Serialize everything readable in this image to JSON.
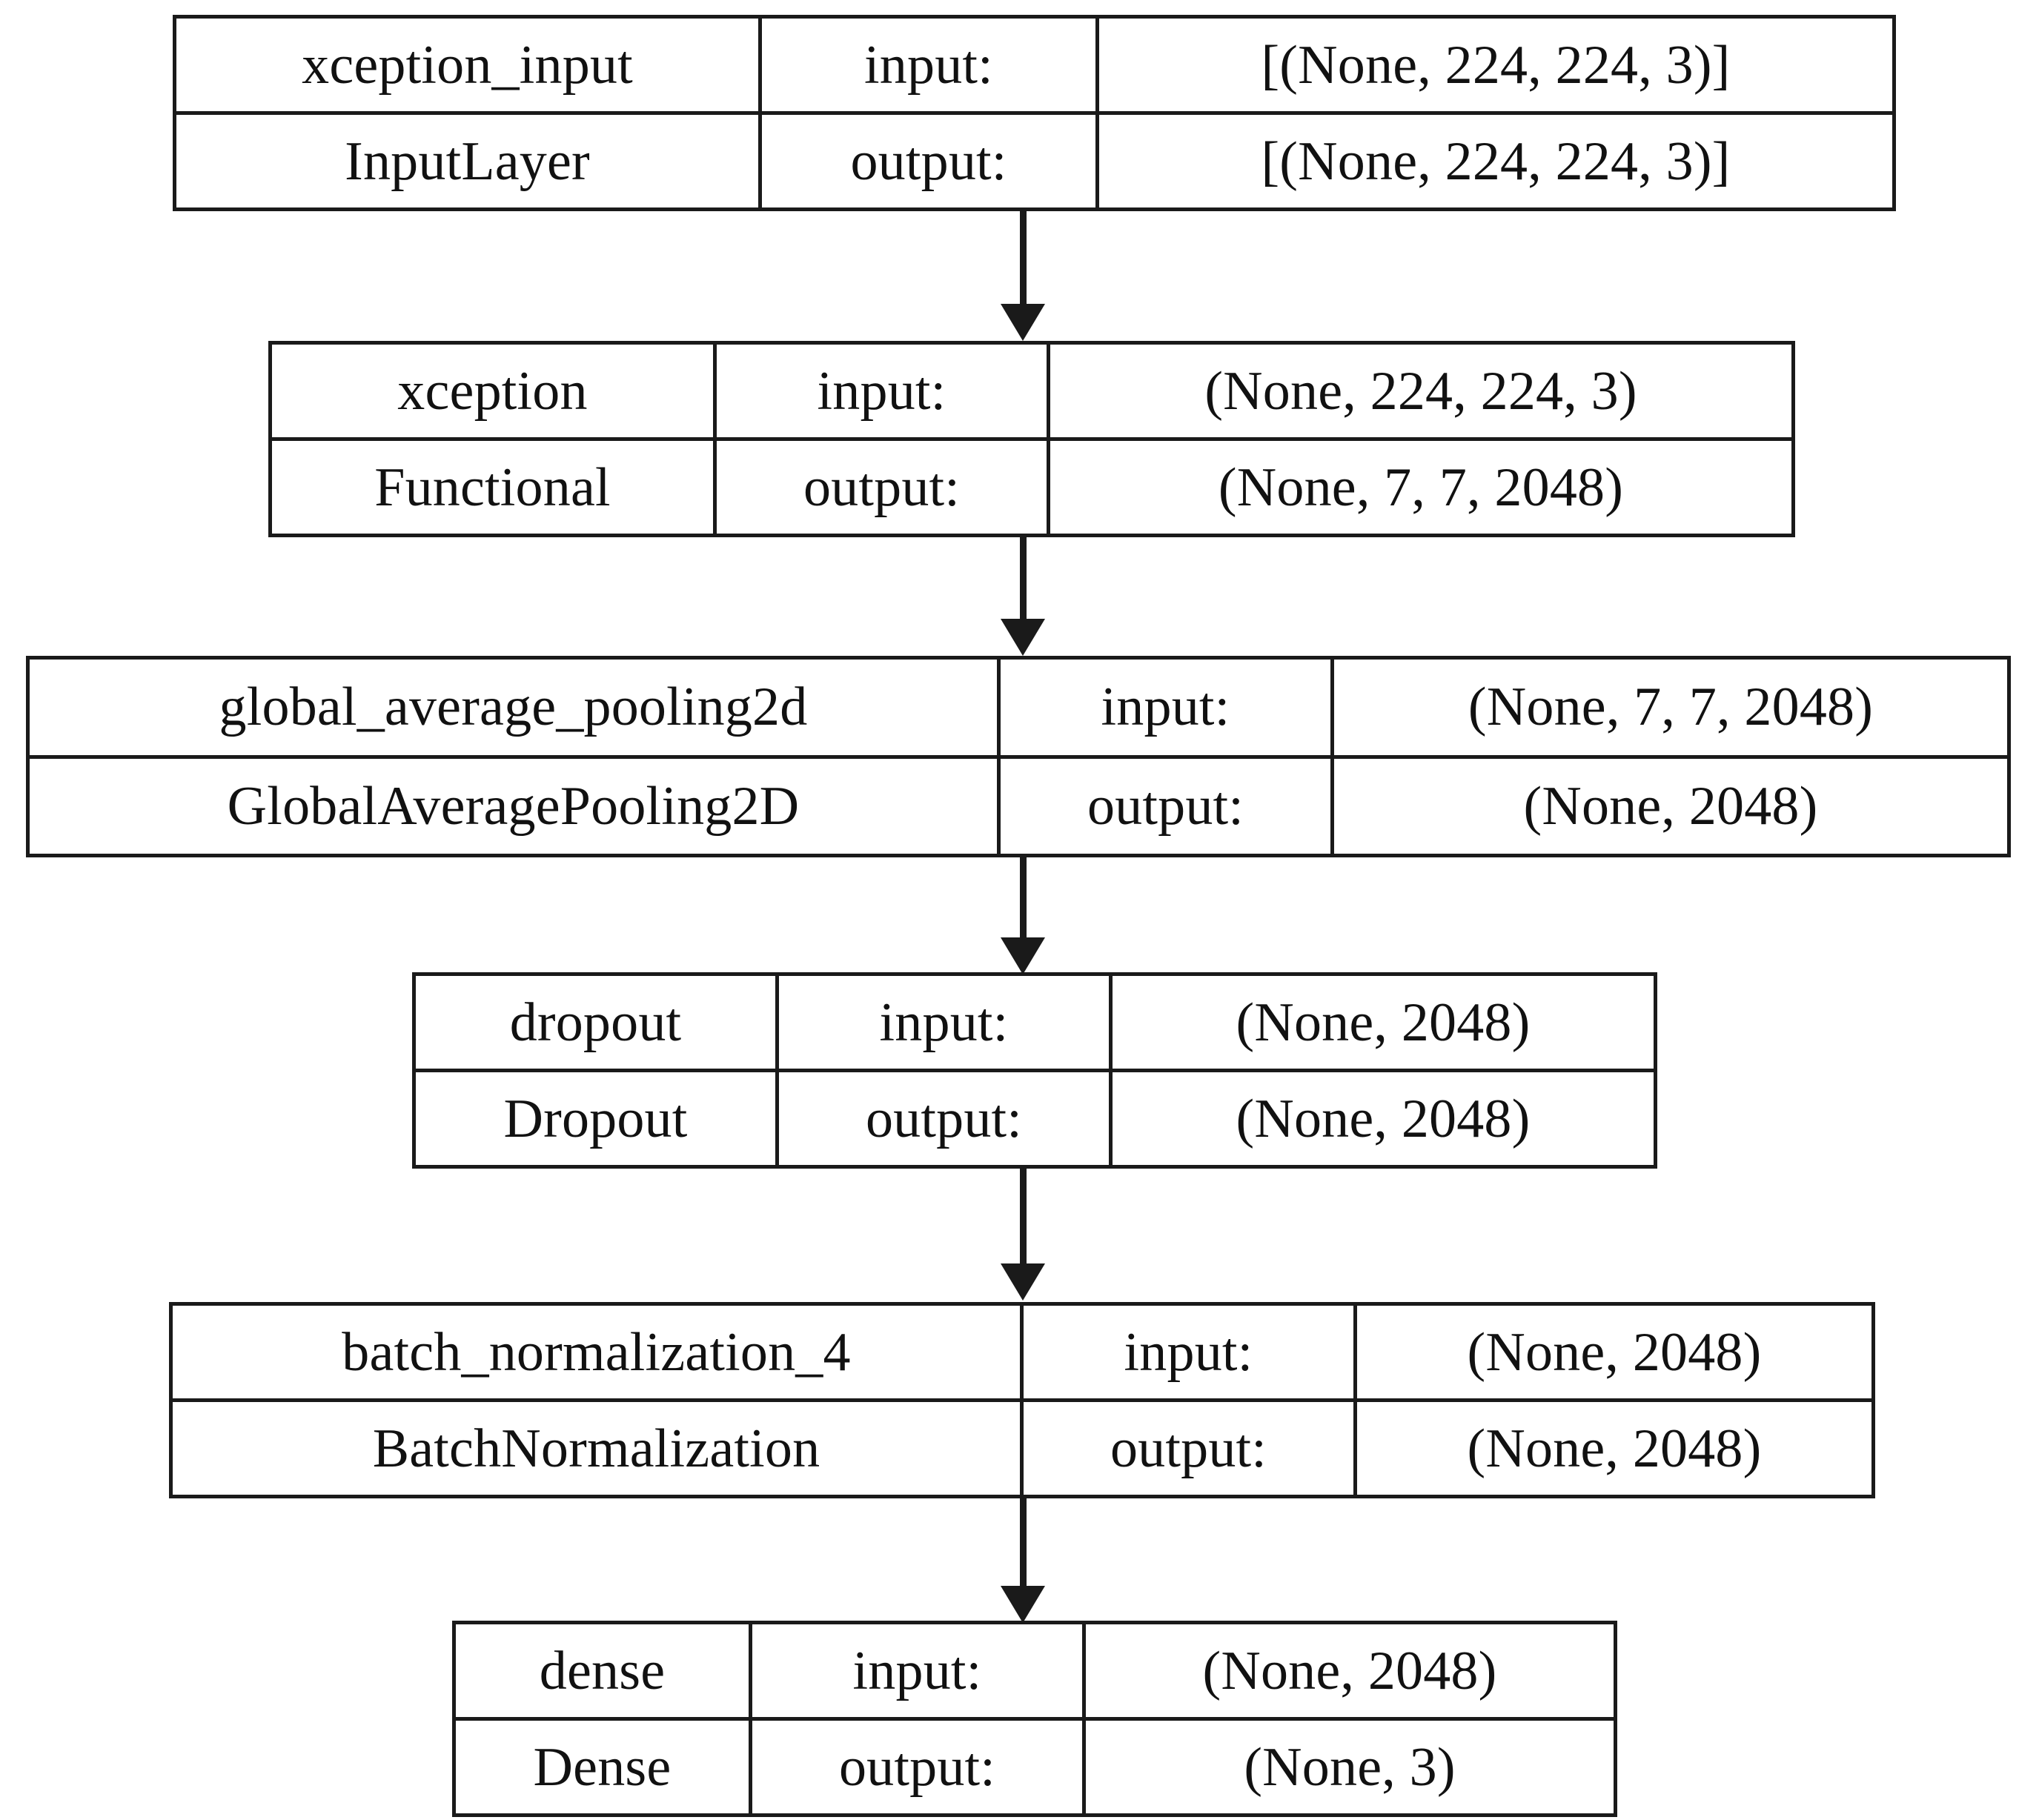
{
  "diagram": {
    "title": "Keras model architecture graph",
    "kind": "keras-plot-model",
    "orientation": "top-to-bottom",
    "background_color": "#ffffff",
    "line_color": "#1a1a1a",
    "text_color": "#111111",
    "row_labels": {
      "input": "input:",
      "output": "output:"
    },
    "nodes": [
      {
        "id": "xception_input",
        "name": "xception_input",
        "class_name": "InputLayer",
        "input_label": "input:",
        "output_label": "output:",
        "input_shape": "[(None, 224, 224, 3)]",
        "output_shape": "[(None, 224, 224, 3)]"
      },
      {
        "id": "xception",
        "name": "xception",
        "class_name": "Functional",
        "input_label": "input:",
        "output_label": "output:",
        "input_shape": "(None, 224, 224, 3)",
        "output_shape": "(None, 7, 7, 2048)"
      },
      {
        "id": "global_average_pooling2d",
        "name": "global_average_pooling2d",
        "class_name": "GlobalAveragePooling2D",
        "input_label": "input:",
        "output_label": "output:",
        "input_shape": "(None, 7, 7, 2048)",
        "output_shape": "(None, 2048)"
      },
      {
        "id": "dropout",
        "name": "dropout",
        "class_name": "Dropout",
        "input_label": "input:",
        "output_label": "output:",
        "input_shape": "(None, 2048)",
        "output_shape": "(None, 2048)"
      },
      {
        "id": "batch_normalization_4",
        "name": "batch_normalization_4",
        "class_name": "BatchNormalization",
        "input_label": "input:",
        "output_label": "output:",
        "input_shape": "(None, 2048)",
        "output_shape": "(None, 2048)"
      },
      {
        "id": "dense",
        "name": "dense",
        "class_name": "Dense",
        "input_label": "input:",
        "output_label": "output:",
        "input_shape": "(None, 2048)",
        "output_shape": "(None, 3)"
      }
    ],
    "edges": [
      {
        "from": "xception_input",
        "to": "xception"
      },
      {
        "from": "xception",
        "to": "global_average_pooling2d"
      },
      {
        "from": "global_average_pooling2d",
        "to": "dropout"
      },
      {
        "from": "dropout",
        "to": "batch_normalization_4"
      },
      {
        "from": "batch_normalization_4",
        "to": "dense"
      }
    ]
  }
}
